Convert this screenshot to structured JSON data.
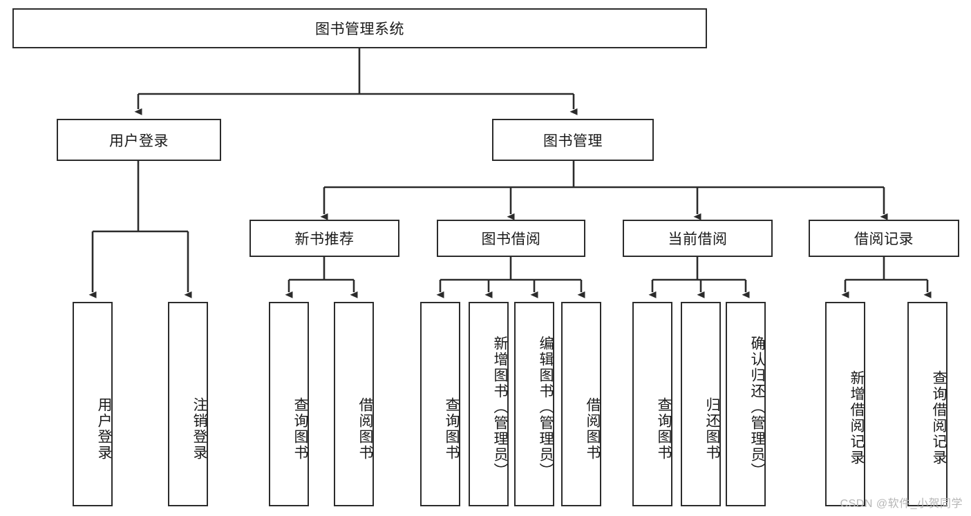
{
  "diagram": {
    "type": "tree-hierarchy",
    "title": "图书管理系统",
    "watermark": "CSDN @软件_小贺同学",
    "levels": {
      "root": {
        "label": "图书管理系统"
      },
      "level2": [
        {
          "id": "user-login",
          "label": "用户登录"
        },
        {
          "id": "book-manage",
          "label": "图书管理"
        }
      ],
      "level3": [
        {
          "id": "new-book-recommend",
          "label": "新书推荐",
          "parent": "book-manage"
        },
        {
          "id": "book-borrow",
          "label": "图书借阅",
          "parent": "book-manage"
        },
        {
          "id": "current-borrow",
          "label": "当前借阅",
          "parent": "book-manage"
        },
        {
          "id": "borrow-record",
          "label": "借阅记录",
          "parent": "book-manage"
        }
      ],
      "level4": [
        {
          "id": "leaf-user-login",
          "label": "用户登录",
          "parent": "user-login"
        },
        {
          "id": "leaf-logout-login",
          "label": "注销登录",
          "parent": "user-login"
        },
        {
          "id": "leaf-query-book-1",
          "label": "查询图书",
          "parent": "new-book-recommend"
        },
        {
          "id": "leaf-borrow-book-1",
          "label": "借阅图书",
          "parent": "new-book-recommend"
        },
        {
          "id": "leaf-query-book-2",
          "label": "查询图书",
          "parent": "book-borrow"
        },
        {
          "id": "leaf-add-book",
          "label": "新增图书（管理员）",
          "parent": "book-borrow"
        },
        {
          "id": "leaf-edit-book",
          "label": "编辑图书（管理员）",
          "parent": "book-borrow"
        },
        {
          "id": "leaf-borrow-book-2",
          "label": "借阅图书",
          "parent": "book-borrow"
        },
        {
          "id": "leaf-query-book-3",
          "label": "查询图书",
          "parent": "current-borrow"
        },
        {
          "id": "leaf-return-book",
          "label": "归还图书",
          "parent": "current-borrow"
        },
        {
          "id": "leaf-confirm-return",
          "label": "确认归还（管理员）",
          "parent": "current-borrow"
        },
        {
          "id": "leaf-add-record",
          "label": "新增借阅记录",
          "parent": "borrow-record"
        },
        {
          "id": "leaf-query-record",
          "label": "查询借阅记录",
          "parent": "borrow-record"
        }
      ]
    },
    "colors": {
      "stroke": "#2b2b2b",
      "fill": "#ffffff",
      "text": "#1a1a1a",
      "watermark": "#b6b6b6"
    }
  }
}
